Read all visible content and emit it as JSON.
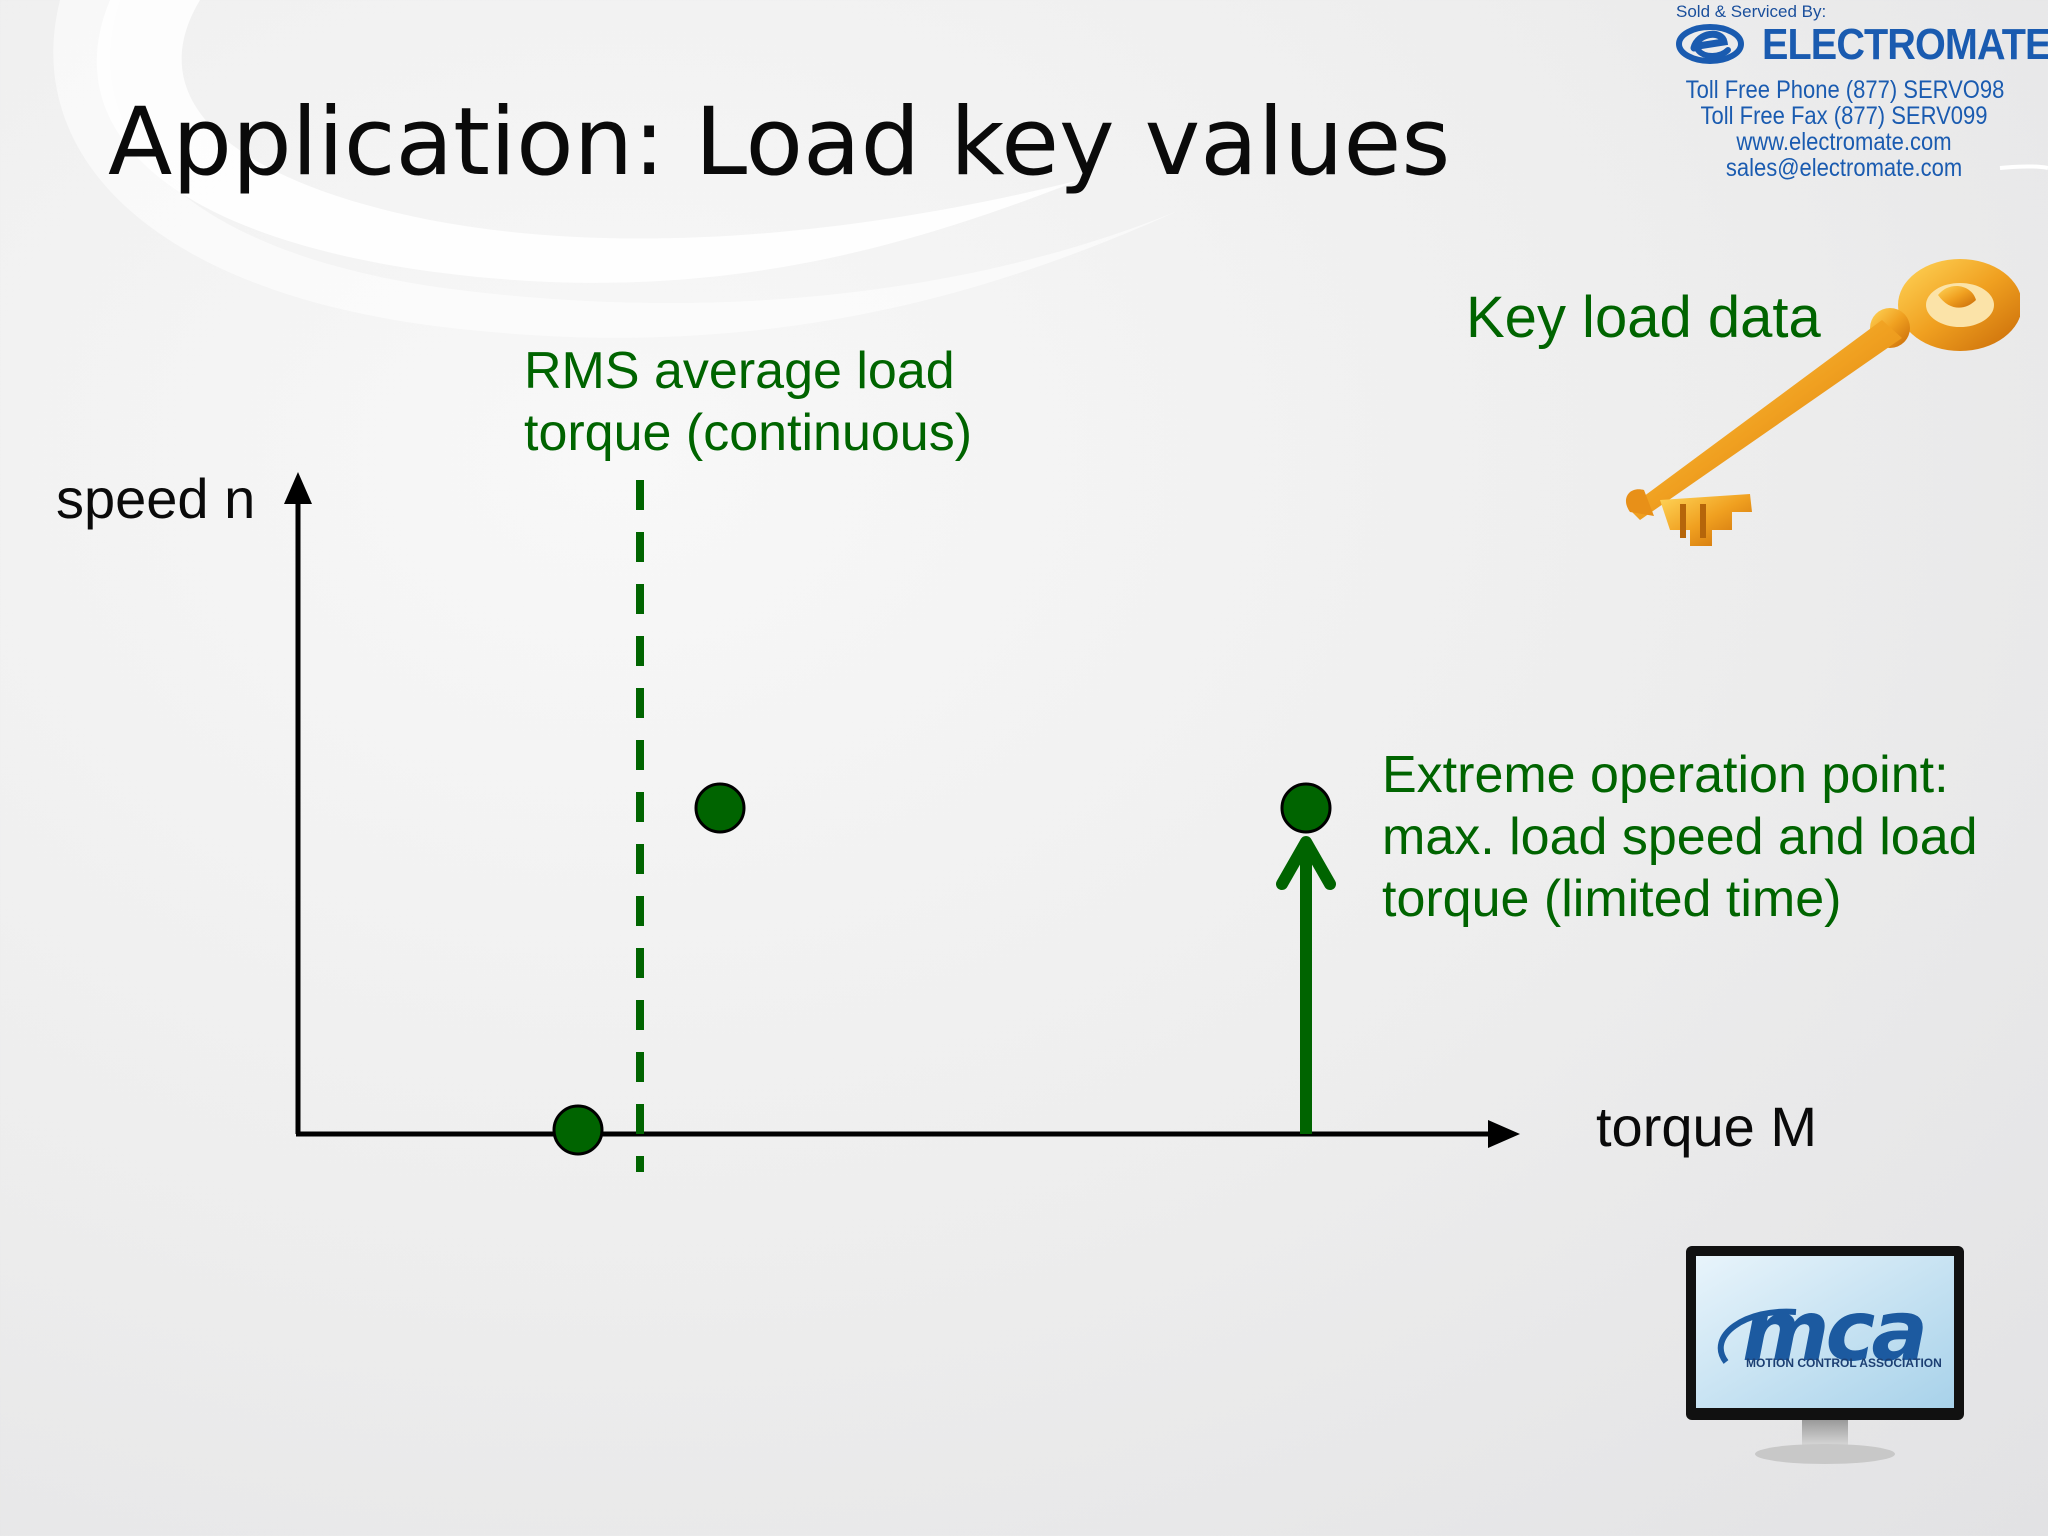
{
  "slide": {
    "title": "Application: Load key values",
    "key_label": "Key load data",
    "rms_label": [
      "RMS average load",
      "torque (continuous)"
    ],
    "extreme_label": [
      "Extreme operation point:",
      "max. load speed and load",
      "torque (limited time)"
    ],
    "y_axis_label": "speed n",
    "x_axis_label": "torque M",
    "accent_color": "#006400"
  },
  "header_logo": {
    "sold_by": "Sold & Serviced By:",
    "brand": "ELECTROMATE",
    "phone": "Toll Free Phone  (877) SERVO98",
    "fax": "Toll Free Fax  (877) SERV099",
    "web": "www.electromate.com",
    "email": "sales@electromate.com"
  },
  "footer_logo": {
    "word": "mca",
    "subtitle": "MOTION CONTROL ASSOCIATION"
  },
  "icons": [
    "electromate-logo-icon",
    "golden-key-icon",
    "mca-monitor-icon"
  ]
}
